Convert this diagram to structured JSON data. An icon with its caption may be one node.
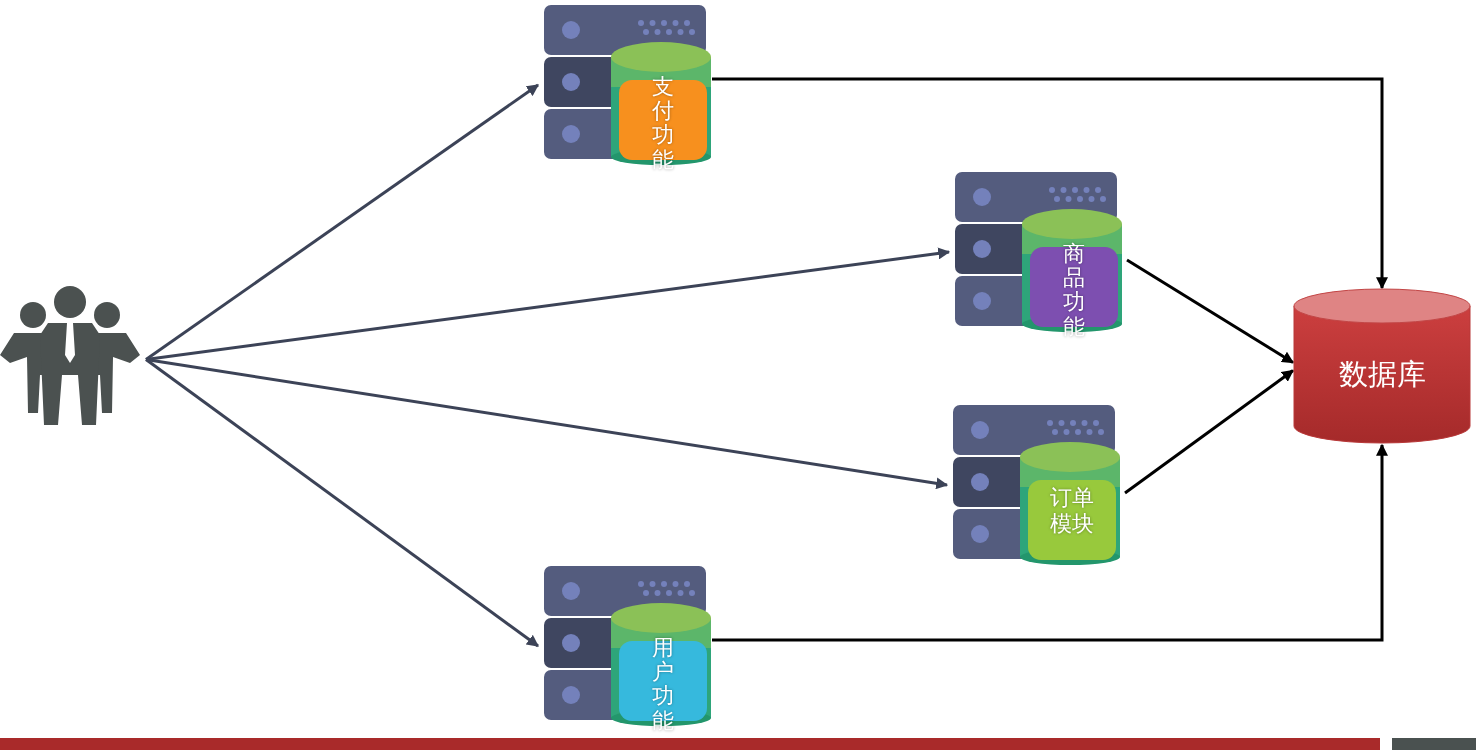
{
  "diagram": {
    "nodes": [
      {
        "text": [],
        "shape": "person"
      },
      {
        "text": [
          "支付功能"
        ]
      },
      {
        "text": [
          "商品功能"
        ]
      },
      {
        "text": [
          "订单模块"
        ]
      },
      {
        "text": [
          "用户功能"
        ]
      },
      {
        "text": [
          "数据库"
        ]
      }
    ],
    "edges": [
      {
        "from": 0,
        "to": 1,
        "arrow": "to",
        "color": "#3c4357"
      },
      {
        "from": 0,
        "to": 2,
        "arrow": "to",
        "color": "#3c4357"
      },
      {
        "from": 0,
        "to": 3,
        "arrow": "to",
        "color": "#3c4357"
      },
      {
        "from": 0,
        "to": 4,
        "arrow": "to",
        "color": "#3c4357"
      },
      {
        "from": 1,
        "to": 5,
        "arrow": "to"
      },
      {
        "from": 2,
        "to": 5,
        "arrow": "to"
      },
      {
        "from": 3,
        "to": 5,
        "arrow": "to"
      },
      {
        "from": 4,
        "to": 5,
        "arrow": "to"
      }
    ]
  }
}
